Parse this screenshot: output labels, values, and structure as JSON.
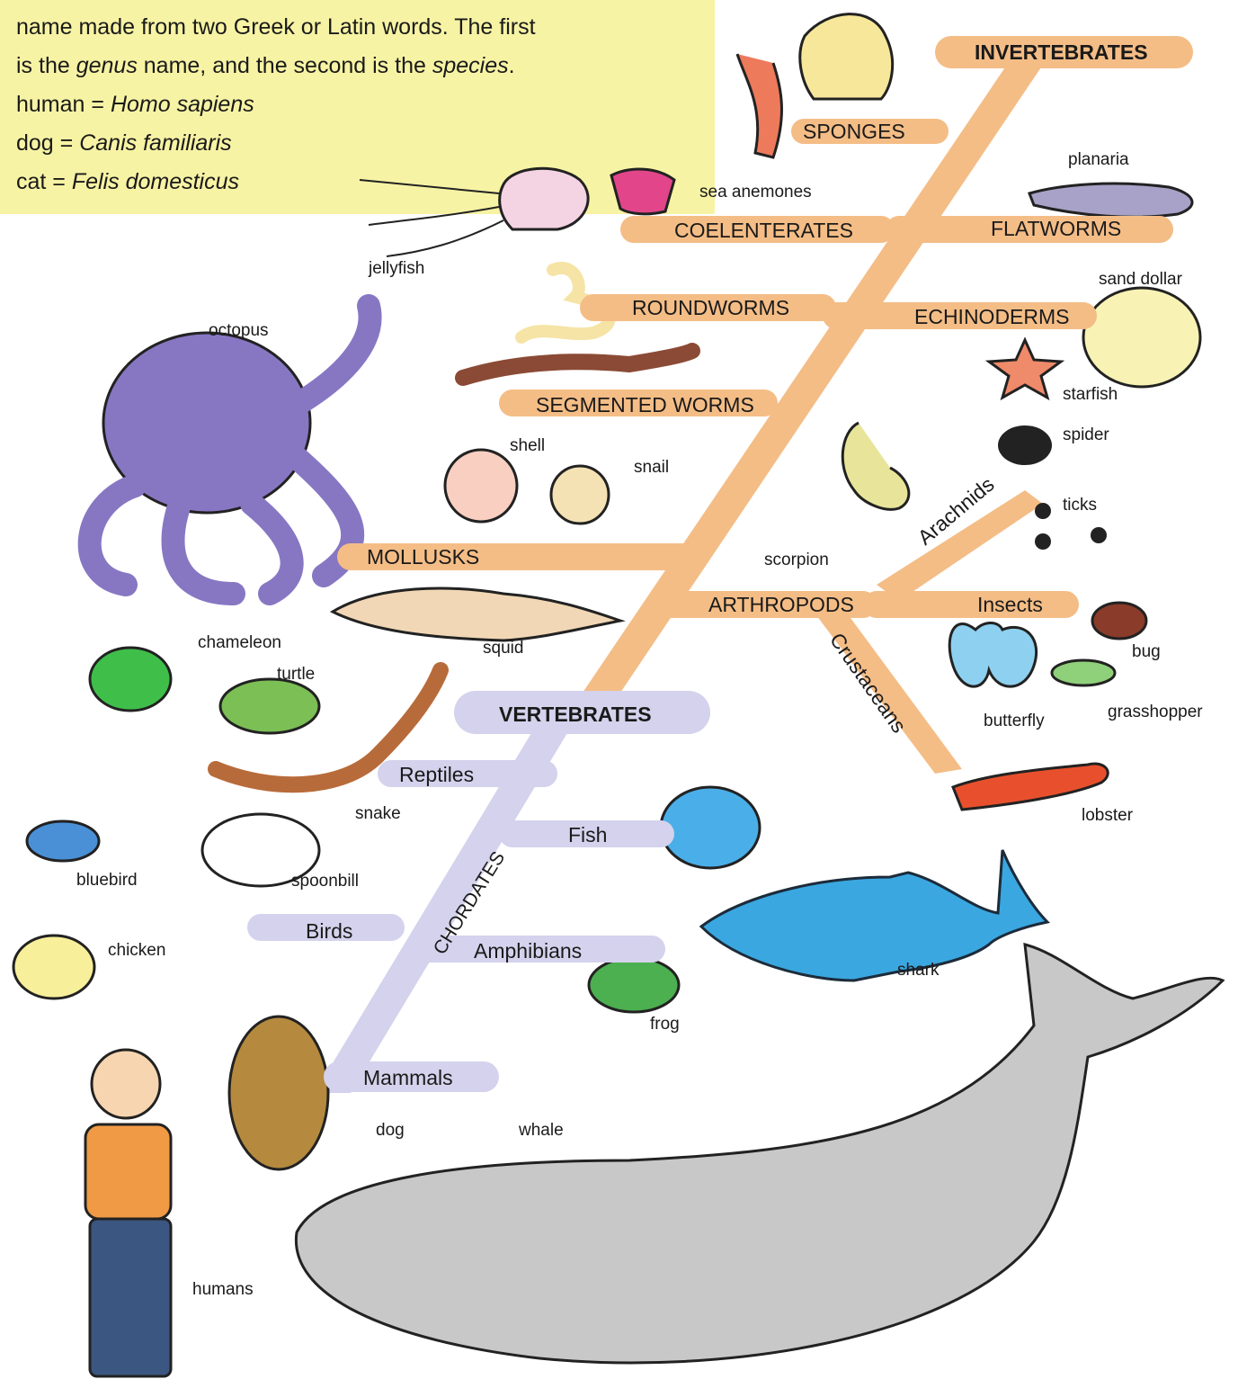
{
  "intro": {
    "line1": "name made from two Greek or Latin words. The first",
    "line2_a": "is the ",
    "line2_genus": "genus",
    "line2_b": " name, and the second is the ",
    "line2_species": "species",
    "line2_c": ".",
    "examples": [
      {
        "common": "human = ",
        "scientific": "Homo sapiens"
      },
      {
        "common": "dog = ",
        "scientific": "Canis familiaris"
      },
      {
        "common": "cat = ",
        "scientific": "Felis domesticus"
      }
    ]
  },
  "groups": {
    "invertebrates": "INVERTEBRATES",
    "sponges": "SPONGES",
    "coelenterates": "COELENTERATES",
    "flatworms": "FLATWORMS",
    "roundworms": "ROUNDWORMS",
    "echinoderms": "ECHINODERMS",
    "segmented_worms": "SEGMENTED WORMS",
    "mollusks": "MOLLUSKS",
    "arthropods": "ARTHROPODS",
    "arachnids": "Arachnids",
    "insects": "Insects",
    "crustaceans": "Crustaceans",
    "vertebrates": "VERTEBRATES",
    "chordates": "CHORDATES",
    "reptiles": "Reptiles",
    "fish": "Fish",
    "birds": "Birds",
    "amphibians": "Amphibians",
    "mammals": "Mammals"
  },
  "animals": {
    "planaria": "planaria",
    "sea_anemones": "sea anemones",
    "jellyfish": "jellyfish",
    "sand_dollar": "sand dollar",
    "octopus": "octopus",
    "starfish": "starfish",
    "shell": "shell",
    "spider": "spider",
    "snail": "snail",
    "ticks": "ticks",
    "scorpion": "scorpion",
    "chameleon": "chameleon",
    "squid": "squid",
    "bug": "bug",
    "turtle": "turtle",
    "butterfly": "butterfly",
    "grasshopper": "grasshopper",
    "snake": "snake",
    "lobster": "lobster",
    "bluebird": "bluebird",
    "spoonbill": "spoonbill",
    "chicken": "chicken",
    "shark": "shark",
    "frog": "frog",
    "dog": "dog",
    "whale": "whale",
    "humans": "humans"
  },
  "colors": {
    "intro_bg": "#f7f3a4",
    "invertebrate_branch": "#f4bd86",
    "vertebrate_branch": "#d4d2ec"
  }
}
